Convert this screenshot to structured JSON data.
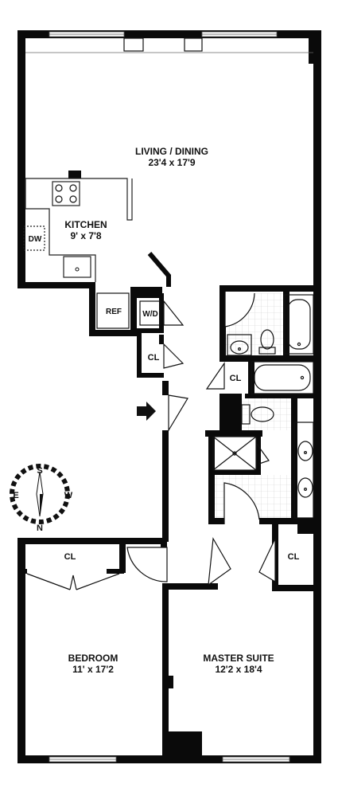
{
  "rooms": {
    "living_dining": {
      "name": "LIVING / DINING",
      "dims": "23'4 x 17'9"
    },
    "kitchen": {
      "name": "KITCHEN",
      "dims": "9' x 7'8"
    },
    "bedroom": {
      "name": "BEDROOM",
      "dims": "11' x 17'2"
    },
    "master_suite": {
      "name": "MASTER SUITE",
      "dims": "12'2 x 18'4"
    }
  },
  "fixtures": {
    "dishwasher": "DW",
    "refrigerator": "REF",
    "washer_dryer": "W/D",
    "closet_hall": "CL",
    "closet_bath": "CL",
    "closet_bedroom": "CL",
    "closet_master": "CL"
  },
  "compass": {
    "north": "N",
    "south": "S",
    "east": "E",
    "west": "W"
  }
}
